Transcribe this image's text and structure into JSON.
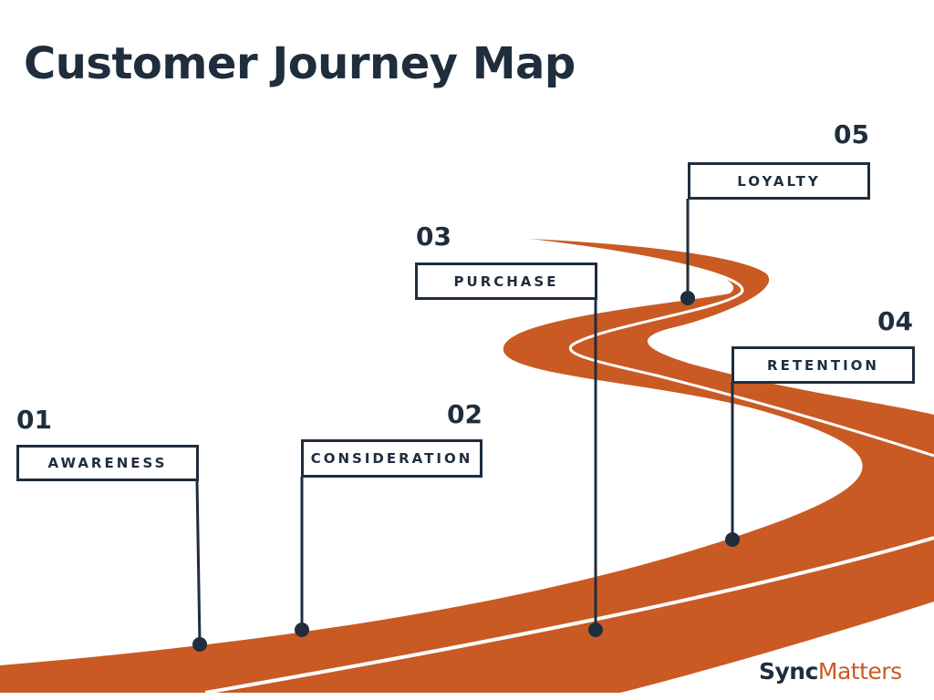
{
  "title": "Customer Journey Map",
  "colors": {
    "road": "#c95a23",
    "ink": "#1f2d3d",
    "lane_line": "#ffffff",
    "background": "#ffffff"
  },
  "stages": [
    {
      "number": "01",
      "label": "AWARENESS"
    },
    {
      "number": "02",
      "label": "CONSIDERATION"
    },
    {
      "number": "03",
      "label": "PURCHASE"
    },
    {
      "number": "04",
      "label": "RETENTION"
    },
    {
      "number": "05",
      "label": "LOYALTY"
    }
  ],
  "logo": {
    "part1": "Sync",
    "part2": "Matters"
  }
}
